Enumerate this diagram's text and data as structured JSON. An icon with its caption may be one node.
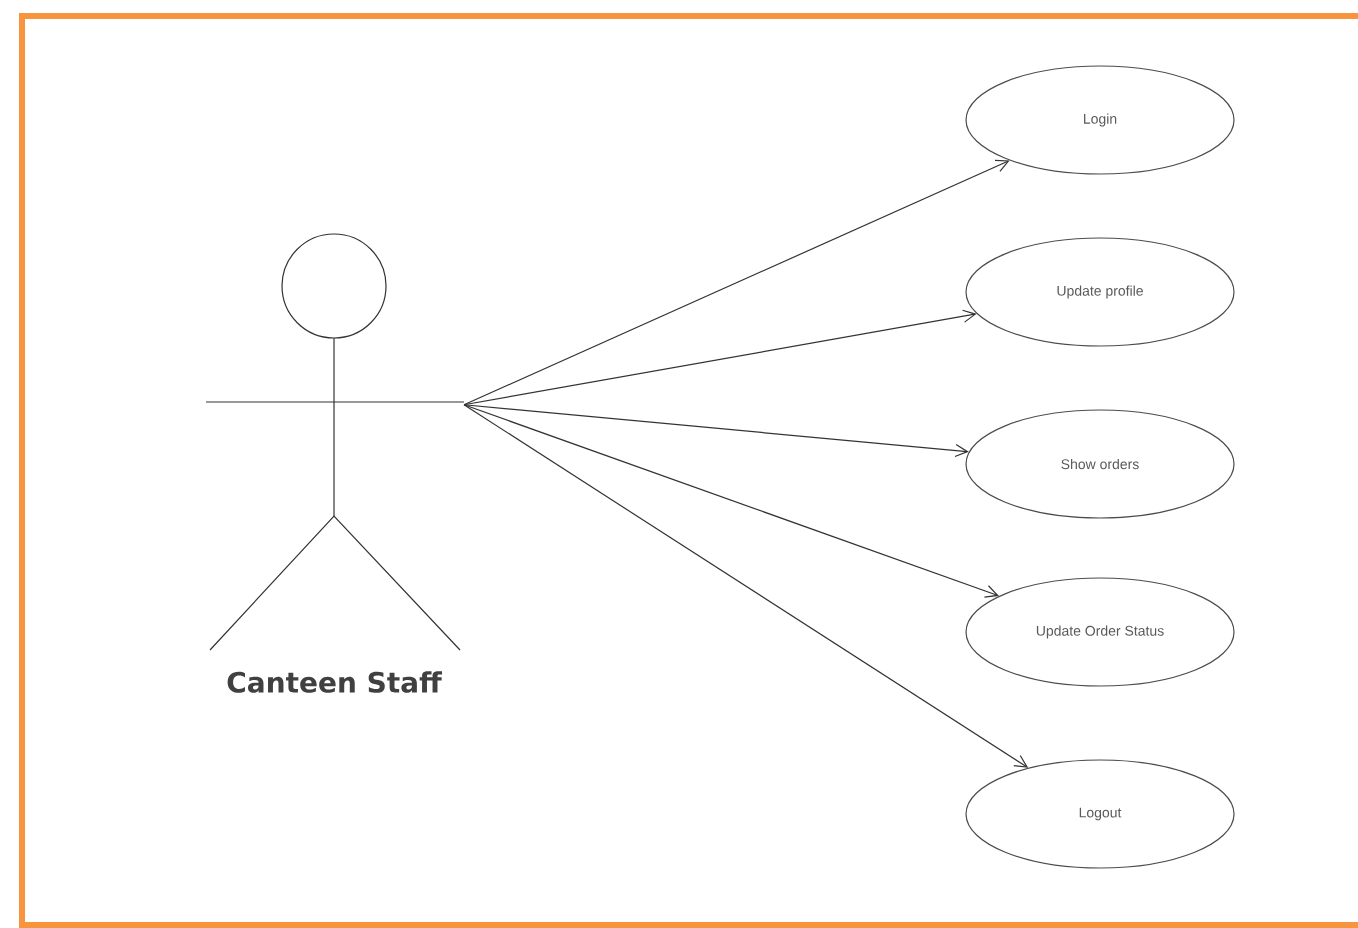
{
  "diagram": {
    "nodes": [
      {
        "text": [
          "Canteen Staff"
        ]
      },
      {
        "text": [
          "Login"
        ]
      },
      {
        "text": [
          "Update profile"
        ]
      },
      {
        "text": [
          "Show orders"
        ]
      },
      {
        "text": [
          "Update Order Status"
        ]
      },
      {
        "text": [
          "Logout"
        ]
      }
    ],
    "edges": [
      {
        "from": 0,
        "to": 1,
        "arrow": "to"
      },
      {
        "from": 0,
        "to": 2,
        "arrow": "to"
      },
      {
        "from": 0,
        "to": 3,
        "arrow": "to"
      },
      {
        "from": 0,
        "to": 4,
        "arrow": "to"
      },
      {
        "from": 0,
        "to": 5,
        "arrow": "to"
      }
    ]
  }
}
